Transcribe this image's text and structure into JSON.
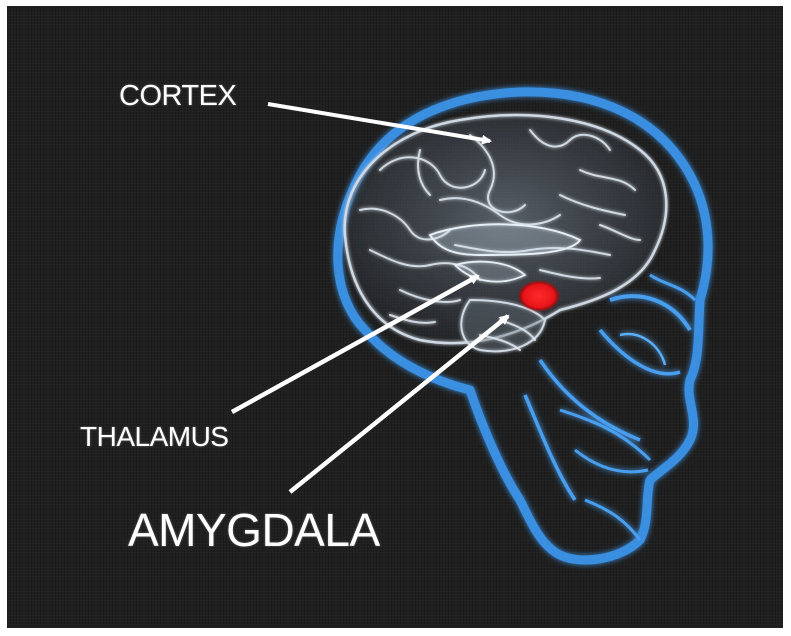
{
  "diagram": {
    "labels": {
      "cortex": "CORTEX",
      "thalamus": "THALAMUS",
      "amygdala": "AMYGDALA"
    }
  },
  "colors": {
    "background": "#1f1f1f",
    "skull_outline": "#3a8fe0",
    "brain_lines": "#d9e6f2",
    "amygdala_marker": "#e8161b",
    "arrow": "#ffffff"
  }
}
